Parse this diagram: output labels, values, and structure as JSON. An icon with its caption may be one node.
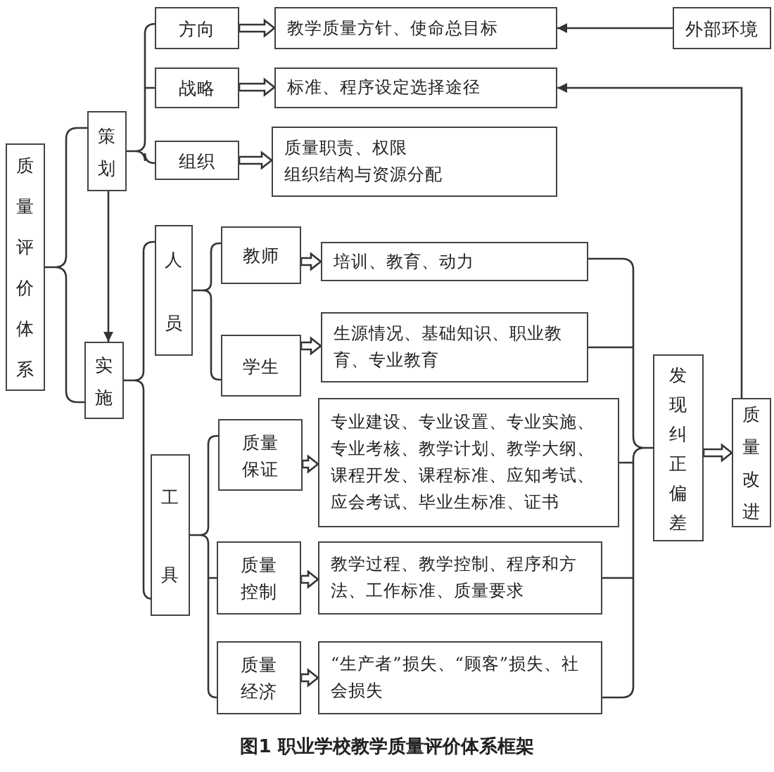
{
  "diagram": {
    "caption": "图1 职业学校教学质量评价体系框架",
    "nodes": [
      {
        "text": [
          "质量评价体系"
        ]
      },
      {
        "text": [
          "策划"
        ]
      },
      {
        "text": [
          "实施"
        ]
      },
      {
        "text": [
          "方向"
        ]
      },
      {
        "text": [
          "战略"
        ]
      },
      {
        "text": [
          "组织"
        ]
      },
      {
        "text": [
          "教学质量方针、使命总目标"
        ]
      },
      {
        "text": [
          "标准、程序设定选择途径"
        ]
      },
      {
        "text": [
          "质量职责、权限",
          "组织结构与资源分配"
        ]
      },
      {
        "text": [
          "外部环境"
        ]
      },
      {
        "text": [
          "人员"
        ]
      },
      {
        "text": [
          "工具"
        ]
      },
      {
        "text": [
          "教师"
        ]
      },
      {
        "text": [
          "培训、教育、动力"
        ]
      },
      {
        "text": [
          "学生"
        ]
      },
      {
        "text": [
          "生源情况、基础知识、职业教育、专业教育"
        ]
      },
      {
        "text": [
          "质量保证"
        ]
      },
      {
        "text": [
          "专业建设、专业设置、专业实施、专业考核、教学计划、教学大纲、课程开发、课程标准、应知考试、应会考试、毕业生标准、证书"
        ]
      },
      {
        "text": [
          "质量控制"
        ]
      },
      {
        "text": [
          "教学过程、教学控制、程序和方法、工作标准、质量要求"
        ]
      },
      {
        "text": [
          "质量经济"
        ]
      },
      {
        "text": [
          "“生产者”损失、“顾客”损失、社会损失"
        ]
      },
      {
        "text": [
          "发现纠正偏差"
        ]
      },
      {
        "text": [
          "质量改进"
        ]
      }
    ],
    "edges": [
      {
        "from": 0,
        "to": 1,
        "arrow": "none"
      },
      {
        "from": 0,
        "to": 2,
        "arrow": "none"
      },
      {
        "from": 1,
        "to": 2,
        "arrow": "to"
      },
      {
        "from": 1,
        "to": 3,
        "arrow": "none"
      },
      {
        "from": 1,
        "to": 4,
        "arrow": "none"
      },
      {
        "from": 1,
        "to": 5,
        "arrow": "none"
      },
      {
        "from": 3,
        "to": 6,
        "arrow": "to"
      },
      {
        "from": 4,
        "to": 7,
        "arrow": "to"
      },
      {
        "from": 5,
        "to": 8,
        "arrow": "to"
      },
      {
        "from": 9,
        "to": 6,
        "arrow": "to"
      },
      {
        "from": 2,
        "to": 10,
        "arrow": "none"
      },
      {
        "from": 2,
        "to": 11,
        "arrow": "none"
      },
      {
        "from": 10,
        "to": 12,
        "arrow": "none"
      },
      {
        "from": 10,
        "to": 14,
        "arrow": "none"
      },
      {
        "from": 12,
        "to": 13,
        "arrow": "to"
      },
      {
        "from": 14,
        "to": 15,
        "arrow": "to"
      },
      {
        "from": 11,
        "to": 16,
        "arrow": "none"
      },
      {
        "from": 11,
        "to": 18,
        "arrow": "none"
      },
      {
        "from": 11,
        "to": 20,
        "arrow": "none"
      },
      {
        "from": 16,
        "to": 17,
        "arrow": "to"
      },
      {
        "from": 18,
        "to": 19,
        "arrow": "to"
      },
      {
        "from": 20,
        "to": 21,
        "arrow": "to"
      },
      {
        "from": 13,
        "to": 22,
        "arrow": "none"
      },
      {
        "from": 15,
        "to": 22,
        "arrow": "none"
      },
      {
        "from": 17,
        "to": 22,
        "arrow": "none"
      },
      {
        "from": 19,
        "to": 22,
        "arrow": "none"
      },
      {
        "from": 21,
        "to": 22,
        "arrow": "none"
      },
      {
        "from": 22,
        "to": 23,
        "arrow": "to"
      },
      {
        "from": 23,
        "to": 7,
        "arrow": "to"
      }
    ]
  }
}
